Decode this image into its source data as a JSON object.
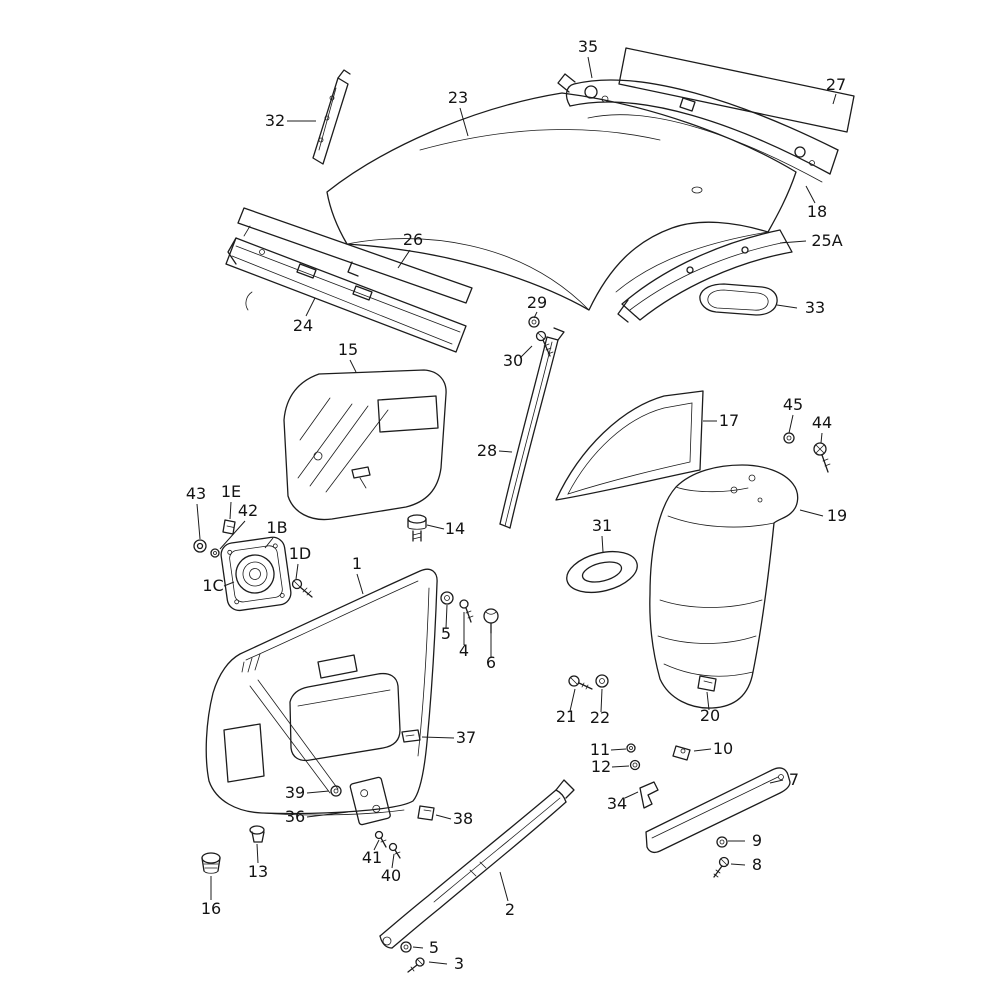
{
  "page": {
    "background": "#ffffff",
    "ink": "#1c1c1c",
    "kind": "exploded-parts-diagram"
  },
  "labels": {
    "p35": "35",
    "p27": "27",
    "p32": "32",
    "p23": "23",
    "p18": "18",
    "p26": "26",
    "p25A": "25A",
    "p24": "24",
    "p29": "29",
    "p33": "33",
    "p30": "30",
    "p15": "15",
    "p17": "17",
    "p45": "45",
    "p44": "44",
    "p28": "28",
    "p43": "43",
    "p1E": "1E",
    "p42": "42",
    "p1B": "1B",
    "p14": "14",
    "p1D": "1D",
    "p31": "31",
    "p19": "19",
    "p1C": "1C",
    "p1": "1",
    "p5a": "5",
    "p4": "4",
    "p6": "6",
    "p21": "21",
    "p22": "22",
    "p20": "20",
    "p11": "11",
    "p12": "12",
    "p10": "10",
    "p37": "37",
    "p39": "39",
    "p36": "36",
    "p34": "34",
    "p7": "7",
    "p38": "38",
    "p13": "13",
    "p41": "41",
    "p40": "40",
    "p9": "9",
    "p8": "8",
    "p16": "16",
    "p2": "2",
    "p5b": "5",
    "p3": "3"
  }
}
